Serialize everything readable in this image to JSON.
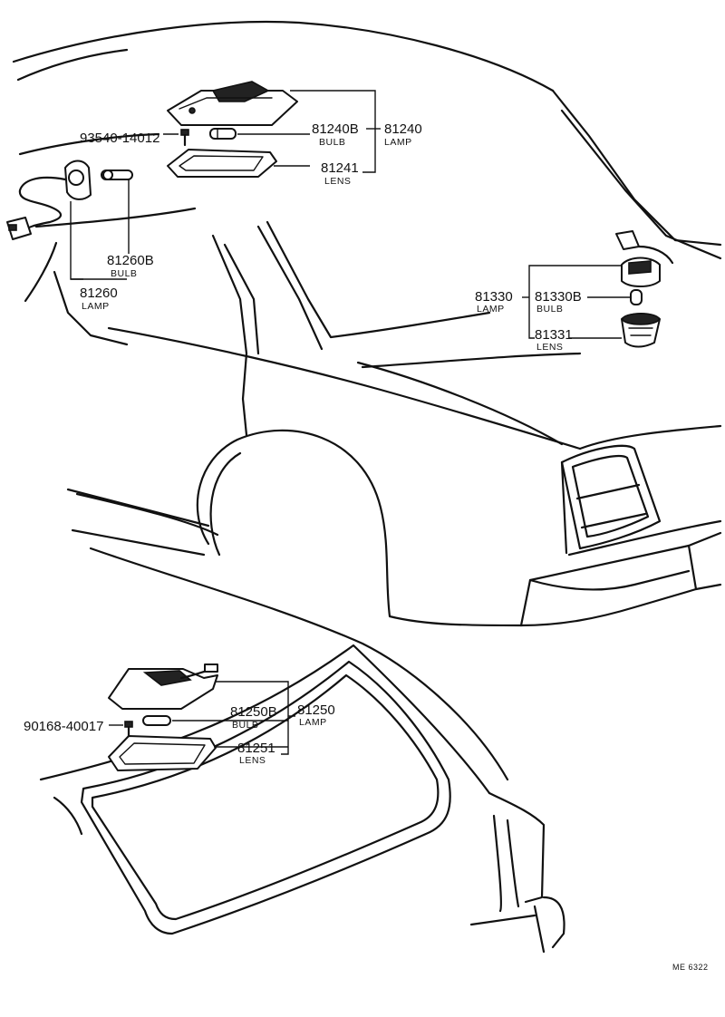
{
  "labels": {
    "screw_top": "93540-14012",
    "bulb_81240b": "81240B",
    "bulb_81240b_desc": "BULB",
    "lamp_81240": "81240",
    "lamp_81240_desc": "LAMP",
    "lens_81241": "81241",
    "lens_81241_desc": "LENS",
    "bulb_81260b": "81260B",
    "bulb_81260b_desc": "BULB",
    "lamp_81260": "81260",
    "lamp_81260_desc": "LAMP",
    "lamp_81330": "81330",
    "lamp_81330_desc": "LAMP",
    "bulb_81330b": "81330B",
    "bulb_81330b_desc": "BULB",
    "lens_81331": "81331",
    "lens_81331_desc": "LENS",
    "screw_bottom": "90168-40017",
    "bulb_81250b": "81250B",
    "bulb_81250b_desc": "BULB",
    "lamp_81250": "81250",
    "lamp_81250_desc": "LAMP",
    "lens_81251": "81251",
    "lens_81251_desc": "LENS",
    "diagram_code": "ME 6322"
  }
}
